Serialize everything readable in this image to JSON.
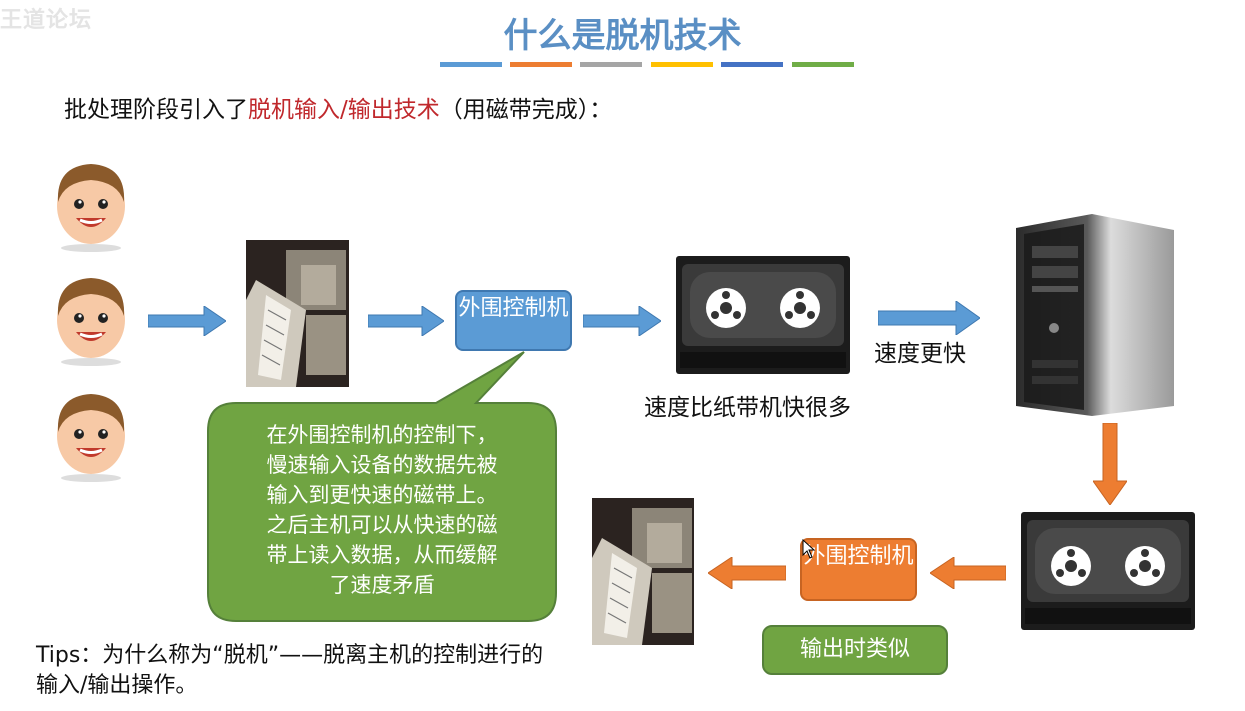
{
  "watermark": "王道论坛",
  "title": "什么是脱机技术",
  "title_bar_colors": [
    "#5b9bd5",
    "#ed7d31",
    "#a5a5a5",
    "#ffc000",
    "#4472c4",
    "#70ad47"
  ],
  "intro": {
    "prefix": "批处理阶段引入了",
    "highlight": "脱机输入/输出技术",
    "suffix": "（用磁带完成）："
  },
  "input_flow": {
    "controller_label": "外围控制机",
    "tape_caption": "速度比纸带机快很多",
    "fast_label": "速度更快"
  },
  "bubble_lines": [
    "在外围控制机的控制下，",
    "慢速输入设备的数据先被",
    "输入到更快速的磁带上。",
    "之后主机可以从快速的磁",
    "带上读入数据，从而缓解",
    "了速度矛盾"
  ],
  "output_flow": {
    "controller_label": "外围控制机",
    "similar_label": "输出时类似"
  },
  "tips": "Tips：为什么称为“脱机”——脱离主机的控制进行的输入/输出操作。",
  "colors": {
    "title": "#5a8fc4",
    "highlight": "#c0282c",
    "blue_arrow": "#5b9bd5",
    "orange_arrow": "#ed7d31",
    "green": "#70a442"
  },
  "icons": [
    "user-face-icon",
    "paper-tape-machine-image",
    "tape-drive-icon",
    "computer-tower-icon",
    "arrow-icon"
  ]
}
